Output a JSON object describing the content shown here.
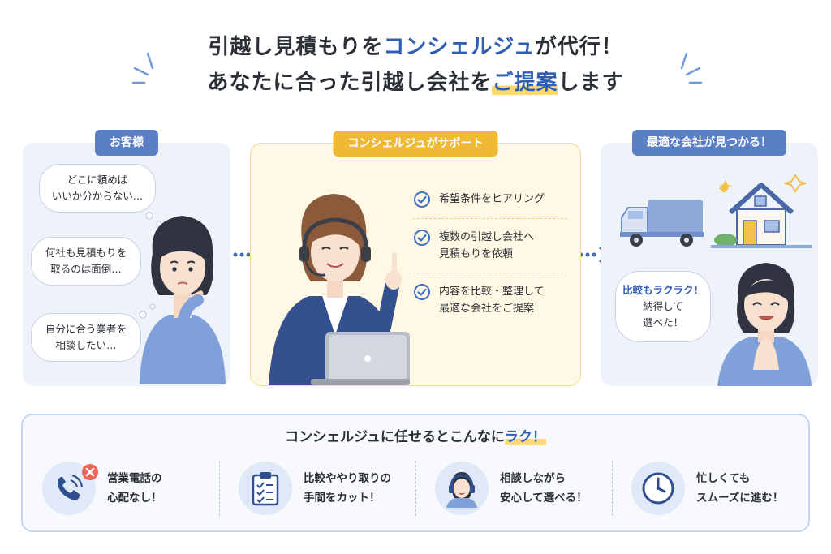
{
  "heading": {
    "line1_before": "引越し見積もりを",
    "line1_highlight": "コンシェルジュ",
    "line1_after": "が代行！",
    "line2_before": "あなたに合った引越し会社を",
    "line2_highlight": "ご提案",
    "line2_after": "します"
  },
  "customer": {
    "label": "お客様",
    "bubbles": [
      {
        "line1": "どこに頼めば",
        "line2": "いいか分からない…"
      },
      {
        "line1": "何社も見積もりを",
        "line2": "取るのは面倒…"
      },
      {
        "line1": "自分に合う業者を",
        "line2": "相談したい…"
      }
    ]
  },
  "concierge": {
    "label": "コンシェルジュがサポート",
    "steps": [
      {
        "line1": "希望条件をヒアリング",
        "line2": ""
      },
      {
        "line1": "複数の引越し会社へ",
        "line2": "見積もりを依頼"
      },
      {
        "line1": "内容を比較・整理して",
        "line2": "最適な会社をご提案"
      }
    ]
  },
  "result": {
    "label": "最適な会社が見つかる！",
    "bubble": {
      "line1": "比較もラクラク！",
      "line2": "納得して",
      "line3": "選べた！"
    }
  },
  "benefits": {
    "title_before": "コンシェルジュに任せるとこんなに",
    "title_highlight": "ラク！",
    "items": [
      {
        "icon": "phone-blocked-icon",
        "line1": "営業電話の",
        "line2": "心配なし！"
      },
      {
        "icon": "clipboard-checklist-icon",
        "line1": "比較ややり取りの",
        "line2": "手間をカット！"
      },
      {
        "icon": "operator-headset-icon",
        "line1": "相談しながら",
        "line2": "安心して選べる！"
      },
      {
        "icon": "clock-icon",
        "line1": "忙しくても",
        "line2": "スムーズに進む！"
      }
    ]
  },
  "colors": {
    "accent_blue": "#2f5fb3",
    "highlight_yellow": "#ffd96a",
    "pill_blue": "#5b7fc4",
    "pill_gold": "#efb936",
    "panel_blue": "#eef3fb",
    "panel_cream": "#fff8e4"
  }
}
